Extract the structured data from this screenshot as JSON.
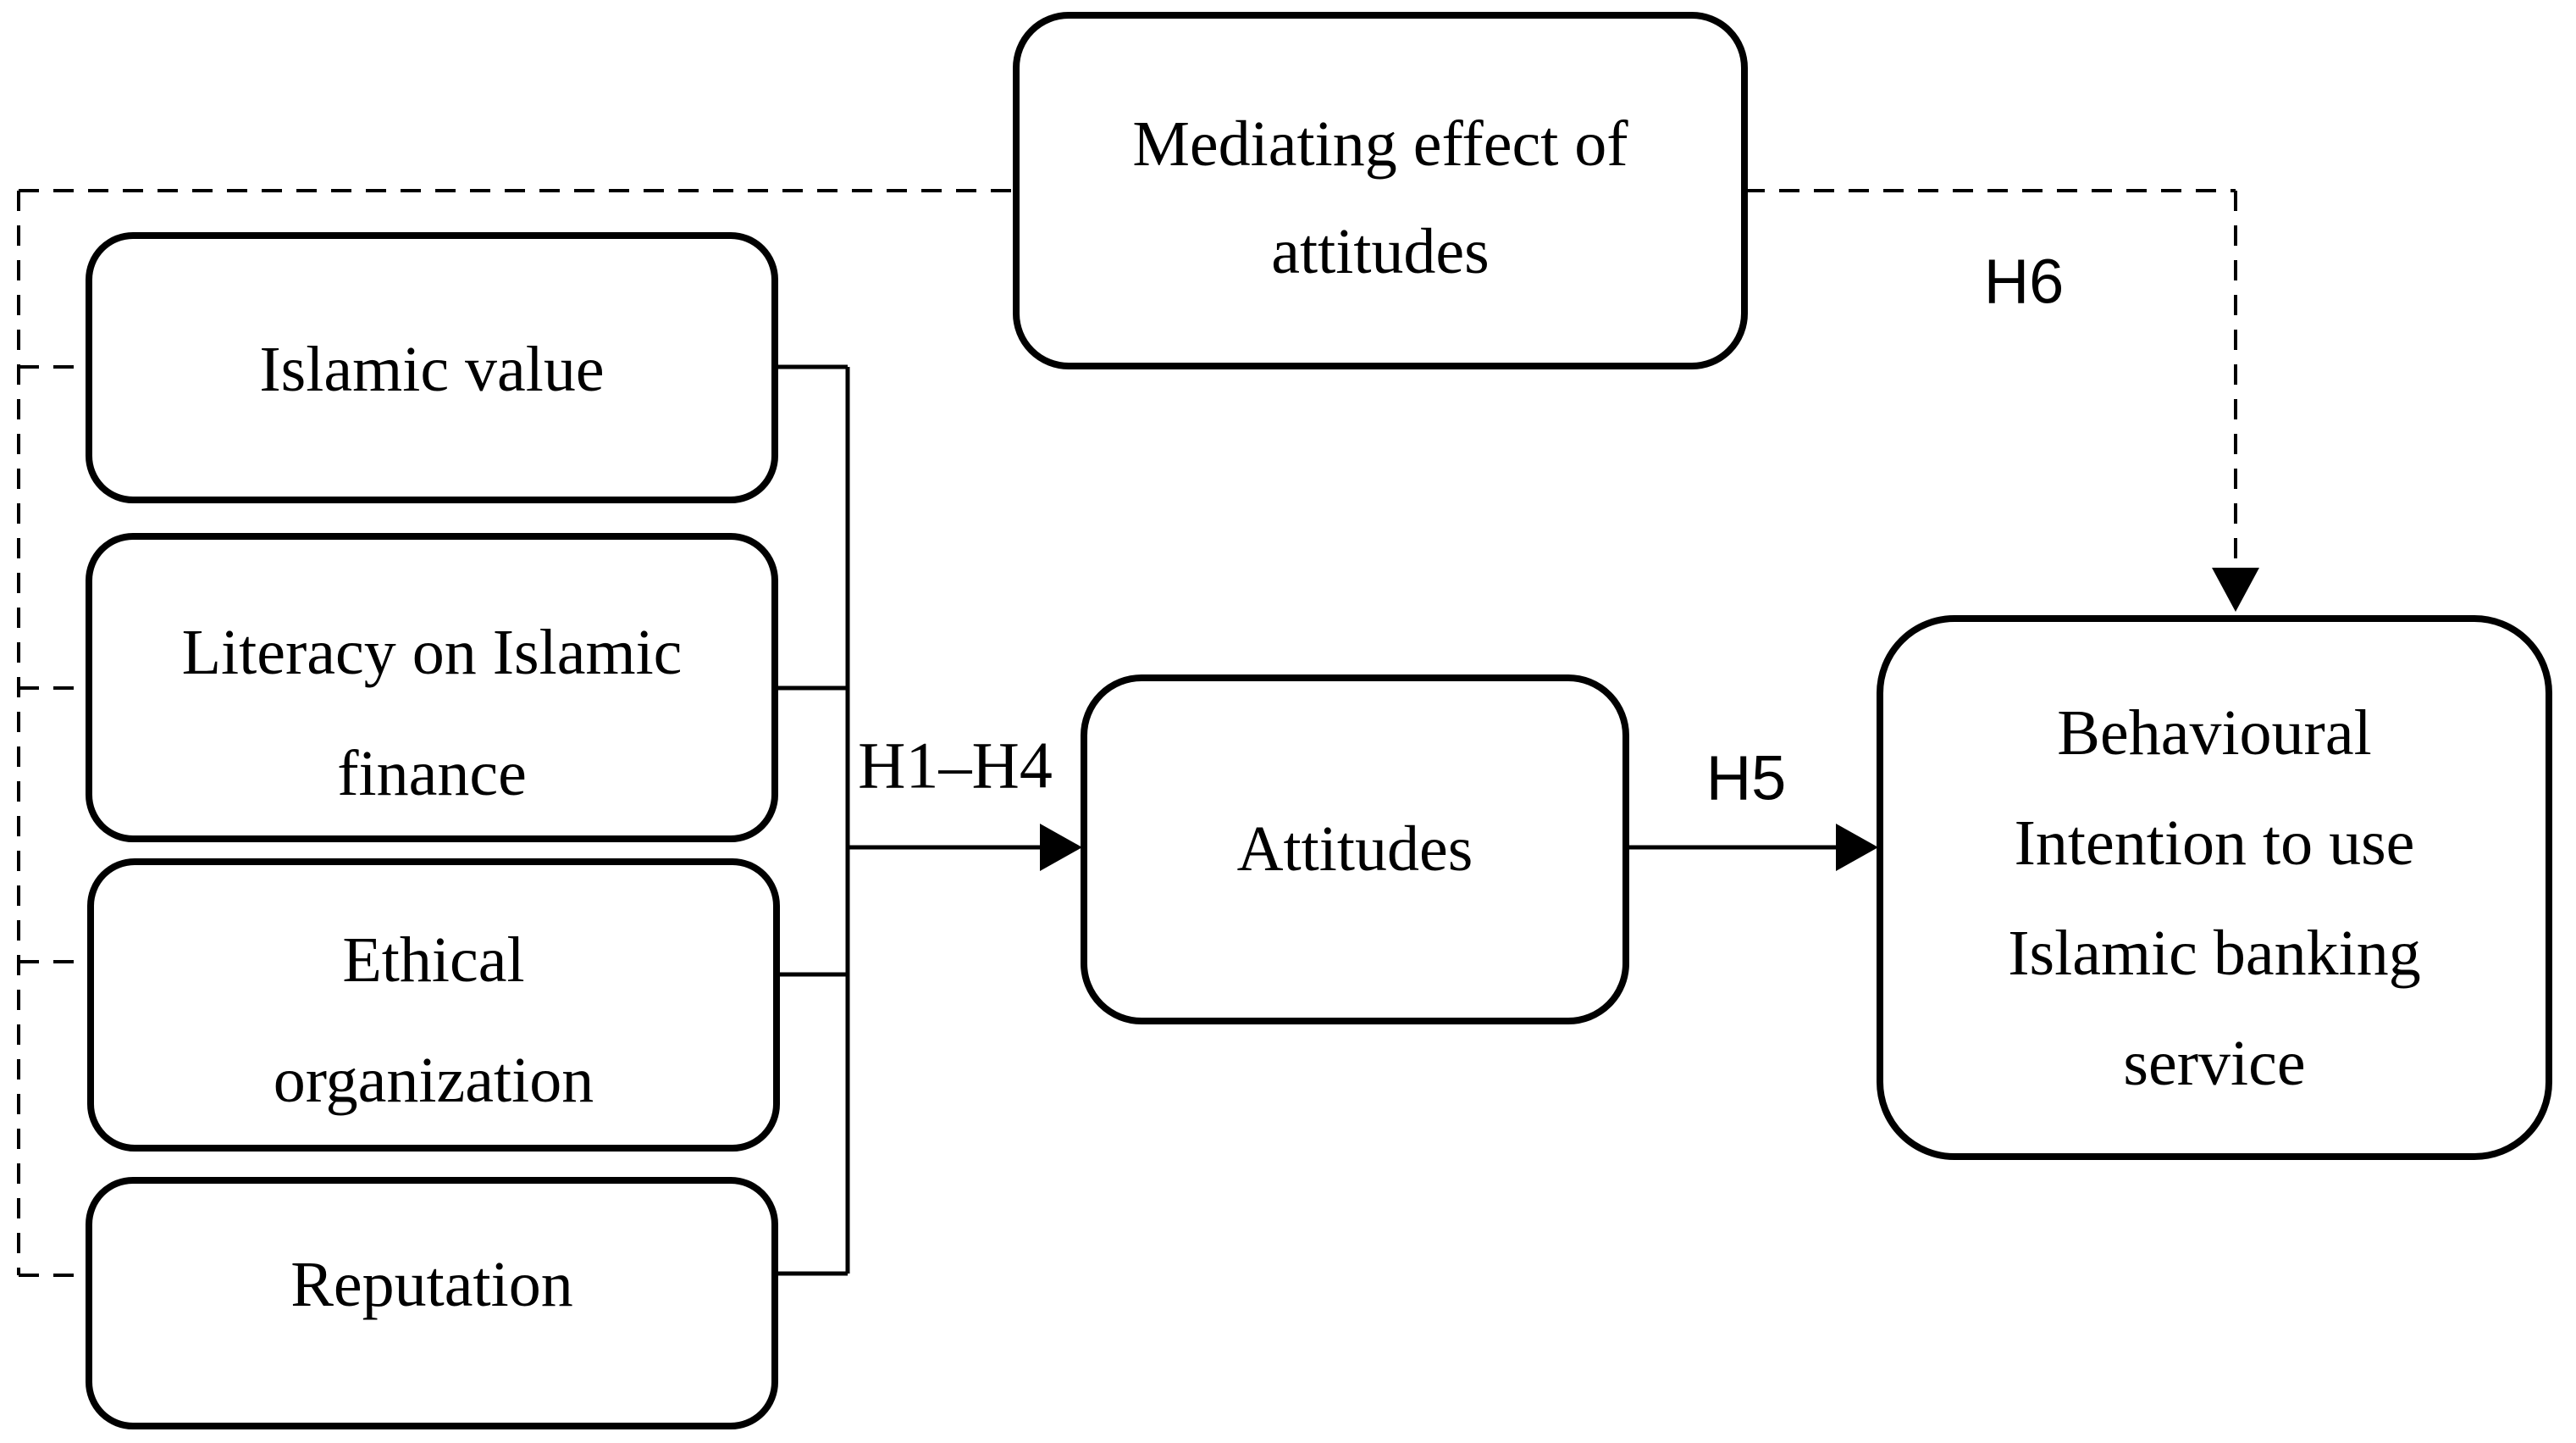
{
  "diagram": {
    "background_color": "#ffffff",
    "line_color": "#000000",
    "nodes": {
      "mediating": {
        "lines": [
          "Mediating effect of",
          "attitudes"
        ]
      },
      "islamic_value": {
        "lines": [
          "Islamic value"
        ]
      },
      "literacy": {
        "lines": [
          "Literacy on Islamic",
          "finance"
        ]
      },
      "ethical": {
        "lines": [
          "Ethical",
          "organization"
        ]
      },
      "reputation": {
        "lines": [
          "Reputation"
        ]
      },
      "attitudes": {
        "lines": [
          "Attitudes"
        ]
      },
      "behavioural_intention": {
        "lines": [
          "Behavioural",
          "Intention to use",
          "Islamic banking",
          "service"
        ]
      }
    },
    "edges": {
      "h1_h4_label": "H1–H4",
      "h5_label": "H5",
      "h6_label": "H6"
    }
  }
}
